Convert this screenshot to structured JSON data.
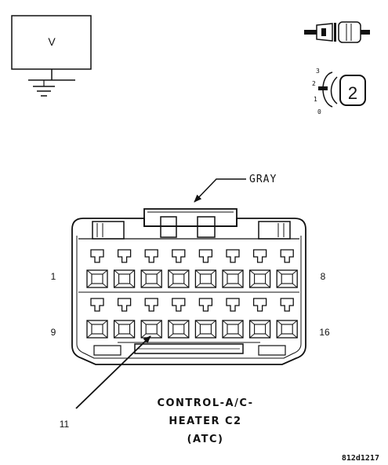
{
  "meter": {
    "symbol": "V"
  },
  "wire_color": "GRAY",
  "pins": {
    "top_left": "1",
    "top_right": "8",
    "bottom_left": "9",
    "bottom_right": "16"
  },
  "callout": {
    "pin": "11"
  },
  "connector": {
    "name_line1": "CONTROL-A/C-",
    "name_line2": "HEATER C2",
    "name_line3": "(ATC)"
  },
  "probe_scale": {
    "t3": "3",
    "t2": "2",
    "t1": "1",
    "t0": "0",
    "dial": "2"
  },
  "figure_id": "812d1217",
  "colors": {
    "line": "#111111",
    "background": "#ffffff"
  }
}
